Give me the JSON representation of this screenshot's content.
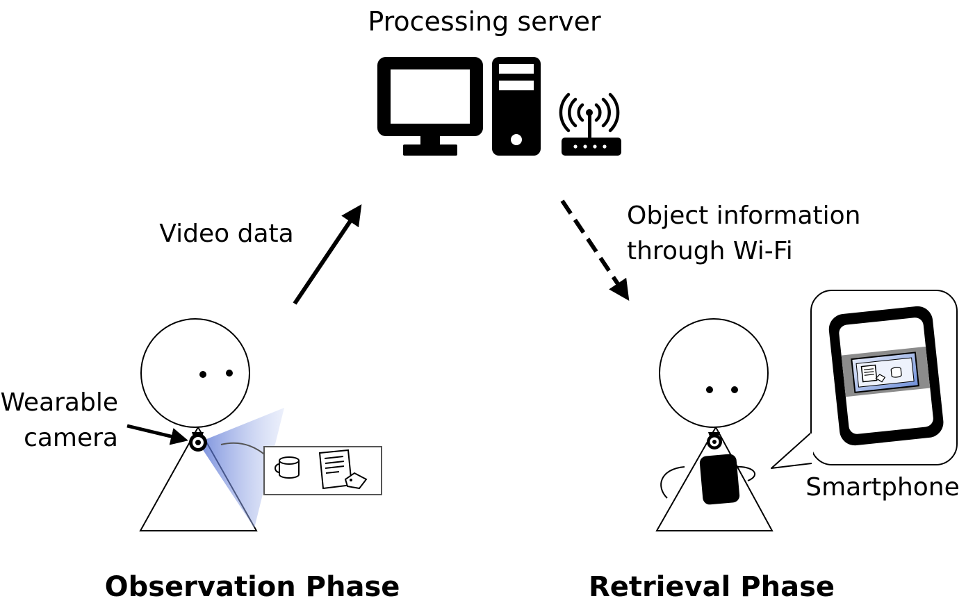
{
  "server": {
    "title": "Processing server"
  },
  "arrows": {
    "video": "Video data",
    "object_info_line1": "Object information",
    "object_info_line2": "through Wi-Fi"
  },
  "observation": {
    "phase_label": "Observation Phase",
    "camera_label_line1": "Wearable",
    "camera_label_line2": "camera"
  },
  "retrieval": {
    "phase_label": "Retrieval Phase",
    "device_label": "Smartphone"
  },
  "colors": {
    "ink": "#000000",
    "camera_fov": "#5b78d6",
    "screen_bg": "#a9b8e6",
    "screen_band": "#8c8c8c"
  }
}
